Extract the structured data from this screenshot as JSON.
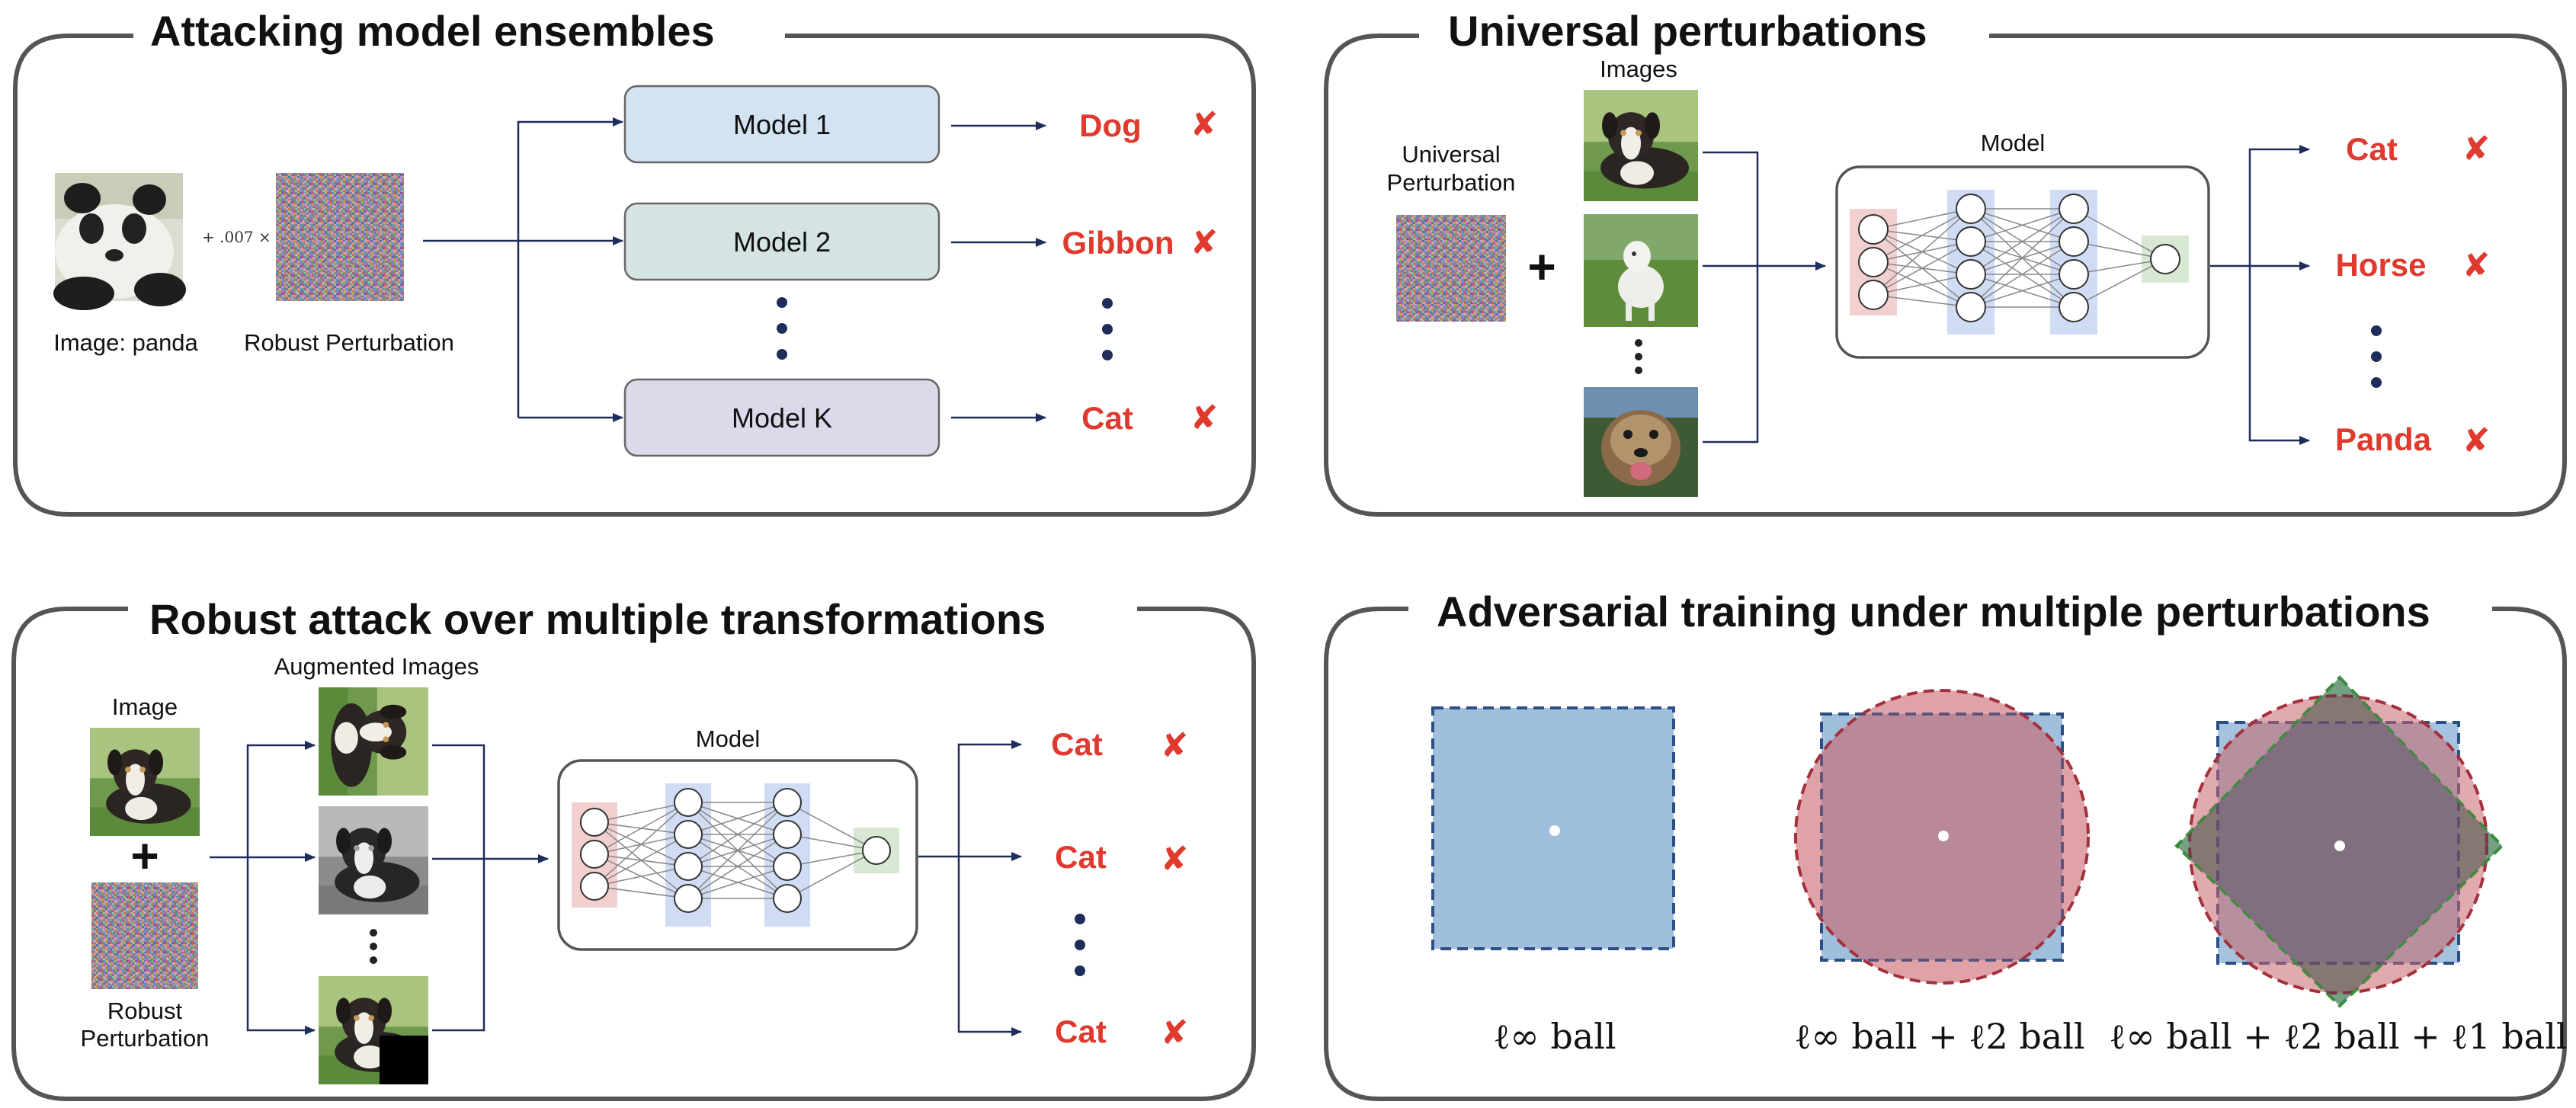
{
  "colors": {
    "panel_border": "#555555",
    "arrow": "#1f2d5a",
    "wrong_label": "#e03a2f",
    "model1_fill": "#d4e3f1",
    "model2_fill": "#d5e4e3",
    "modelK_fill": "#ddd8ea",
    "input_layer_fill": "#f2d0d0",
    "hidden_layer_fill": "#cfdcf3",
    "output_layer_fill": "#d9e8d2",
    "linf_ball_fill": "#8fb4d6",
    "l2_ball_fill": "#c9646c",
    "l1_ball_fill": "#8ccf87"
  },
  "panel_ensembles": {
    "title": "Attacking model ensembles",
    "image_label": "Image: panda",
    "scale_text": "+ .007 ×",
    "perturbation_label": "Robust Perturbation",
    "models": [
      "Model 1",
      "Model 2",
      "Model K"
    ],
    "outputs": [
      "Dog",
      "Gibbon",
      "Cat"
    ],
    "wrong_mark": "✘"
  },
  "panel_universal": {
    "title": "Universal perturbations",
    "perturbation_label_line1": "Universal",
    "perturbation_label_line2": "Perturbation",
    "plus": "+",
    "images_label": "Images",
    "model_label": "Model",
    "outputs": [
      "Cat",
      "Horse",
      "Panda"
    ],
    "wrong_mark": "✘"
  },
  "panel_transformations": {
    "title": "Robust attack over multiple transformations",
    "image_label": "Image",
    "plus": "+",
    "perturbation_label_line1": "Robust",
    "perturbation_label_line2": "Perturbation",
    "augmented_label": "Augmented Images",
    "model_label": "Model",
    "outputs": [
      "Cat",
      "Cat",
      "Cat"
    ],
    "wrong_mark": "✘"
  },
  "panel_adversarial": {
    "title": "Adversarial training under multiple perturbations",
    "balls": [
      "ℓ∞ ball",
      "ℓ∞ ball + ℓ2 ball",
      "ℓ∞ ball + ℓ2 ball + ℓ1 ball"
    ]
  }
}
